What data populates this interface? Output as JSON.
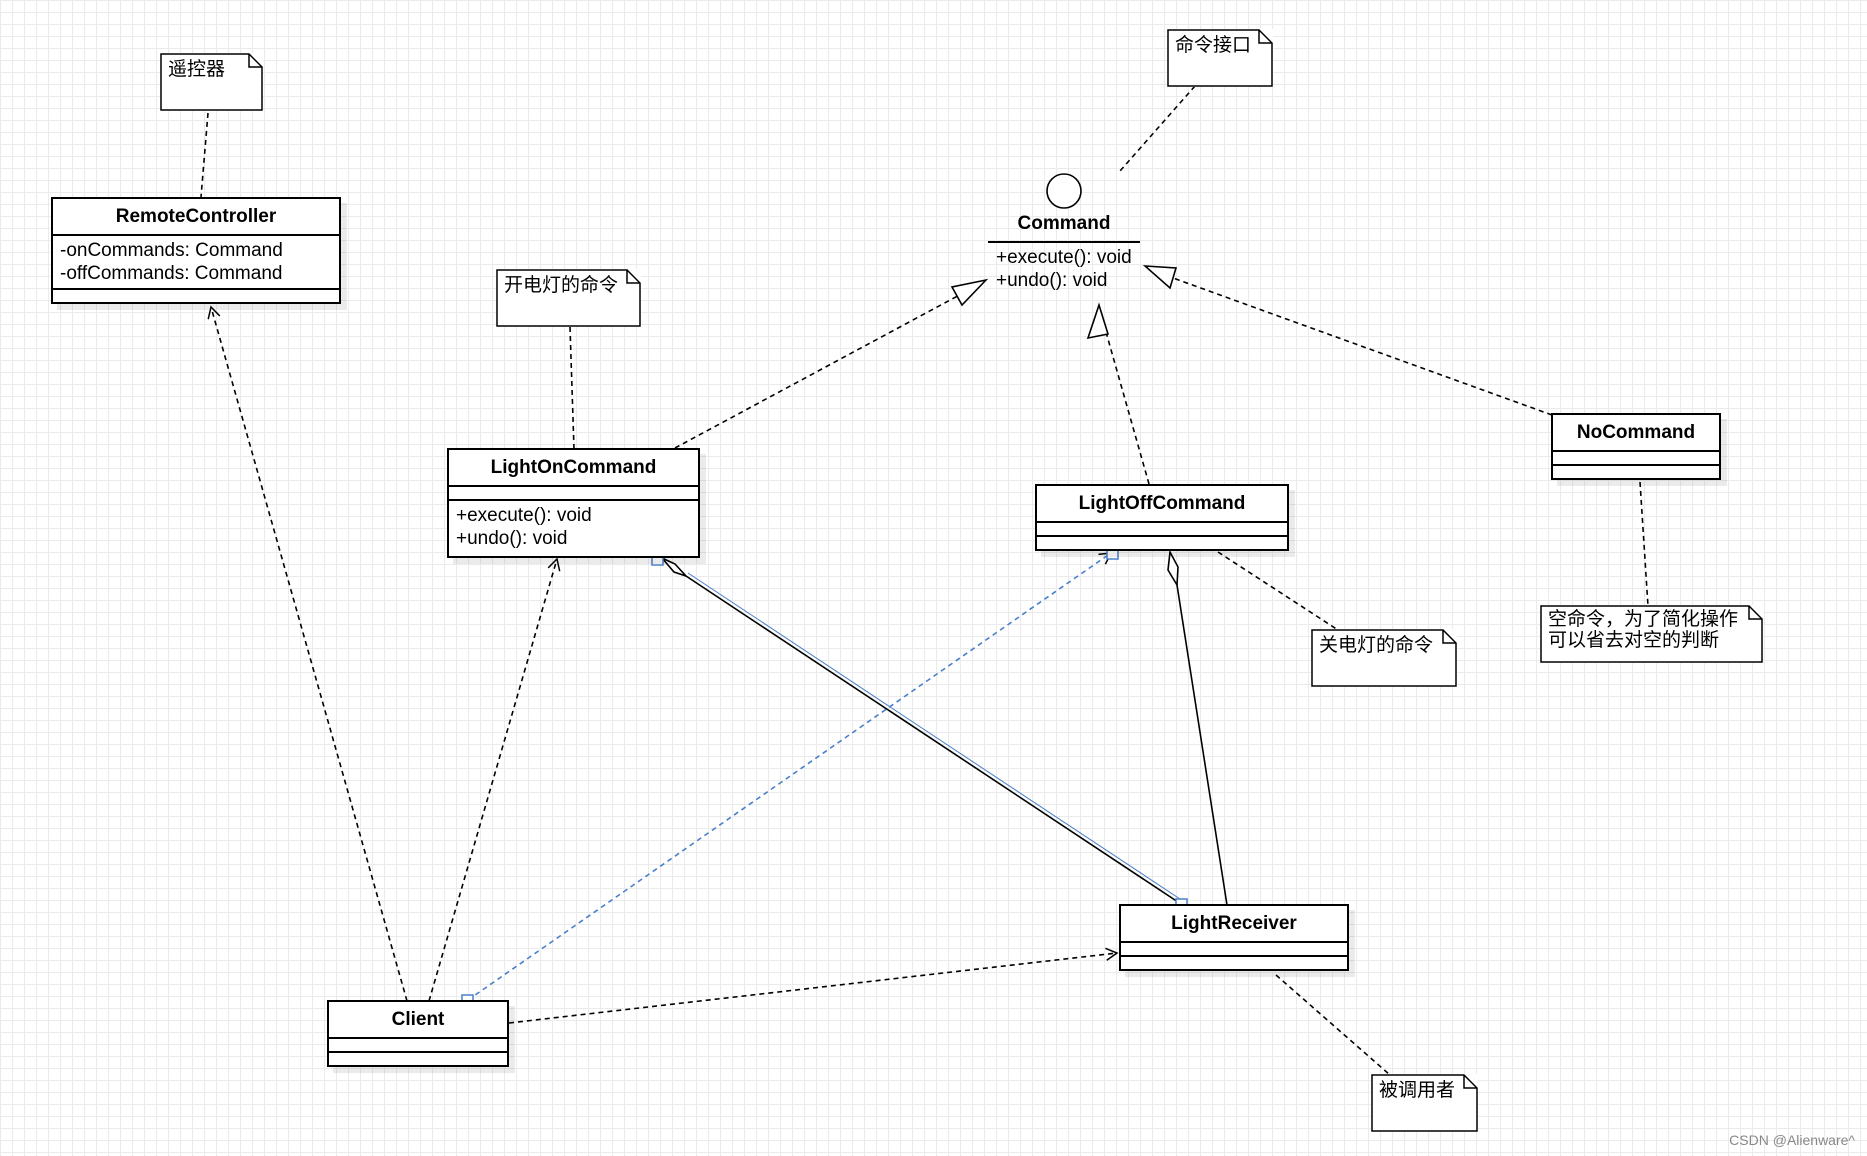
{
  "diagram": {
    "remote_controller": {
      "name": "RemoteController",
      "attributes": [
        "-onCommands: Command",
        "-offCommands: Command"
      ]
    },
    "command": {
      "name": "Command",
      "operations": [
        "+execute(): void",
        "+undo(): void"
      ]
    },
    "light_on_command": {
      "name": "LightOnCommand",
      "operations": [
        "+execute(): void",
        "+undo(): void"
      ]
    },
    "light_off_command": {
      "name": "LightOffCommand"
    },
    "no_command": {
      "name": "NoCommand"
    },
    "light_receiver": {
      "name": "LightReceiver"
    },
    "client": {
      "name": "Client"
    },
    "notes": {
      "remote": "遥控器",
      "command_interface": "命令接口",
      "light_on": "开电灯的命令",
      "light_off": "关电灯的命令",
      "no_command_line1": "空命令，为了简化操作",
      "no_command_line2": "可以省去对空的判断",
      "receiver": "被调用者"
    }
  },
  "watermark": "CSDN @Alienware^",
  "colors": {
    "line": "#000000",
    "selected": "#4a7fc9",
    "grid": "#ebebeb"
  }
}
